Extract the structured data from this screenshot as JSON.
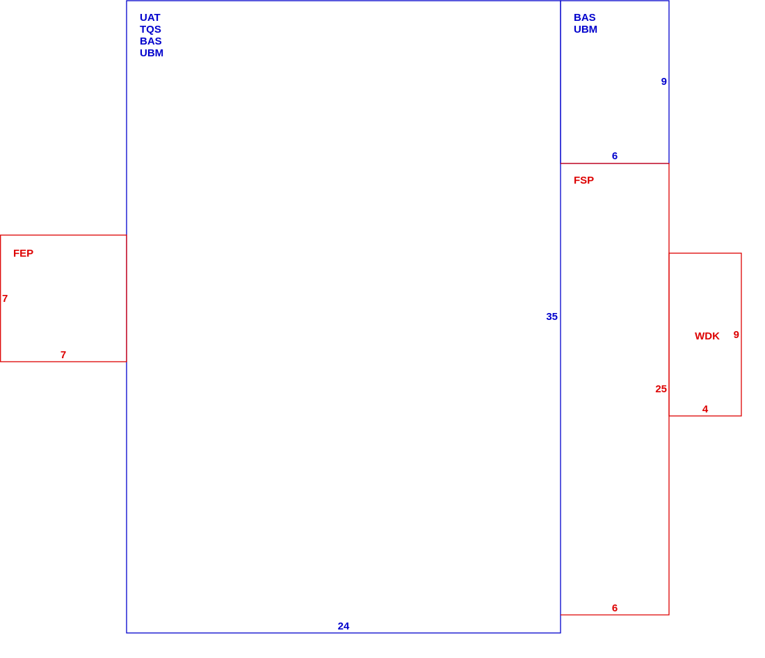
{
  "colors": {
    "blue": "#0000cc",
    "red": "#dd0000"
  },
  "blocks": [
    {
      "id": "main",
      "color": "blue",
      "labels": [
        "UAT",
        "TQS",
        "BAS",
        "UBM"
      ],
      "height_label": "35",
      "width_label": "24"
    },
    {
      "id": "top-right",
      "color": "blue",
      "labels": [
        "BAS",
        "UBM"
      ],
      "height_label": "9",
      "width_label": "6"
    },
    {
      "id": "fsp",
      "color": "red",
      "labels": [
        "FSP"
      ],
      "height_label": "25",
      "width_label": "6"
    },
    {
      "id": "fep",
      "color": "red",
      "labels": [
        "FEP"
      ],
      "height_label": "7",
      "width_label": "7"
    },
    {
      "id": "wdk",
      "color": "red",
      "labels": [
        "WDK"
      ],
      "height_label": "9",
      "width_label": "4"
    }
  ]
}
